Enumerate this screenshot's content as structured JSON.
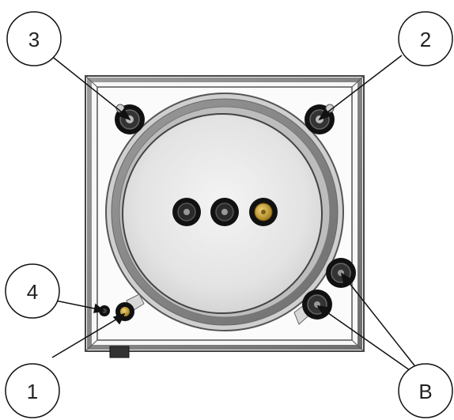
{
  "callouts": {
    "c1": "1",
    "c2": "2",
    "c3": "3",
    "c4": "4",
    "cB": "B"
  },
  "colors": {
    "frame": "#8c8c8c",
    "vessel_rim": "#9a9a9a",
    "lid": "#e6e6e6",
    "port": "#111111",
    "brass": "#c9a227"
  }
}
